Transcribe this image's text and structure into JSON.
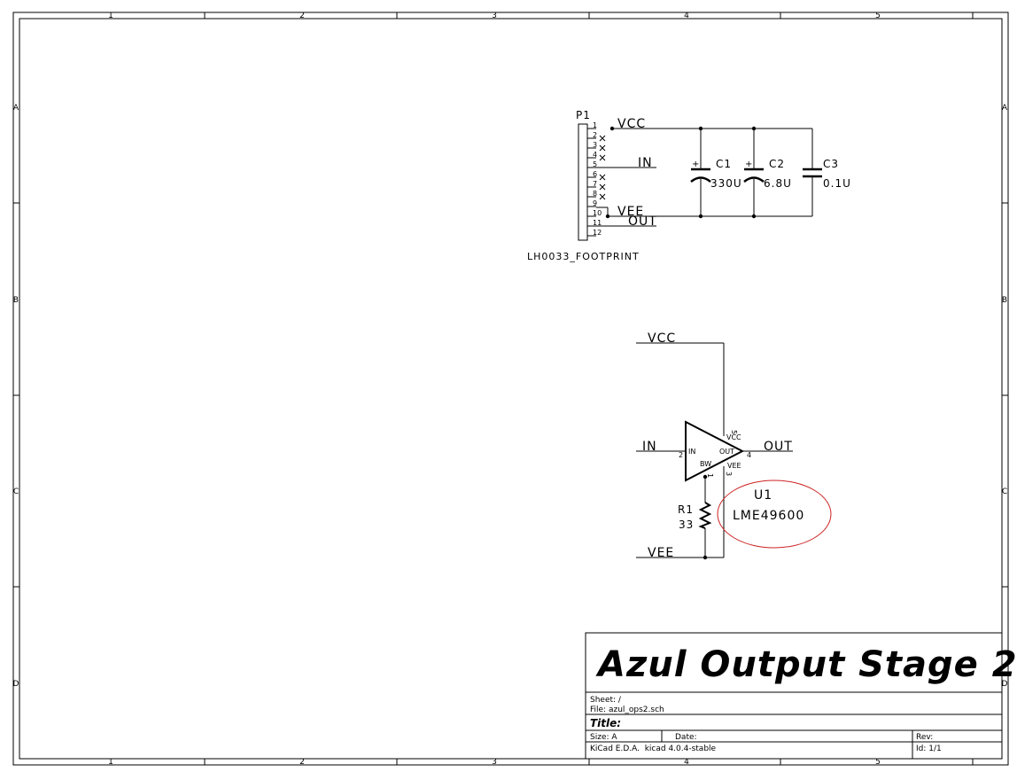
{
  "frame": {
    "columns": [
      "1",
      "2",
      "3",
      "4",
      "5"
    ],
    "rows": [
      "A",
      "B",
      "C",
      "D"
    ]
  },
  "connector": {
    "ref": "P1",
    "footprint": "LH0033_FOOTPRINT",
    "pins": [
      "1",
      "2",
      "3",
      "4",
      "5",
      "6",
      "7",
      "8",
      "9",
      "10",
      "11",
      "12"
    ]
  },
  "nets": {
    "vcc": "VCC",
    "in": "IN",
    "vee": "VEE",
    "out": "OUT"
  },
  "capacitors": [
    {
      "ref": "C1",
      "value": "330U"
    },
    {
      "ref": "C2",
      "value": "6.8U"
    },
    {
      "ref": "C3",
      "value": "0.1U"
    }
  ],
  "polarity_mark": "+",
  "opamp": {
    "ref": "U1",
    "value": "LME49600",
    "pin_in": "IN",
    "pin_out": "OUT",
    "pin_bw": "BW",
    "pin_vcc": "VCC",
    "pin_vee": "VEE",
    "pin_numbers": {
      "in": "2",
      "out": "4",
      "vcc": "5",
      "vee": "3",
      "bw": "1"
    }
  },
  "resistor": {
    "ref": "R1",
    "value": "33"
  },
  "title_block": {
    "big_title": "Azul Output Stage 2",
    "sheet": "Sheet: /",
    "file": "File: azul_ops2.sch",
    "title": "Title:",
    "size": "Size: A",
    "date": "Date:",
    "rev": "Rev:",
    "tool": "KiCad E.D.A.  kicad 4.0.4-stable",
    "id": "Id: 1/1"
  },
  "colors": {
    "line": "#000000",
    "annotation": "#cc2222",
    "background": "#ffffff"
  }
}
